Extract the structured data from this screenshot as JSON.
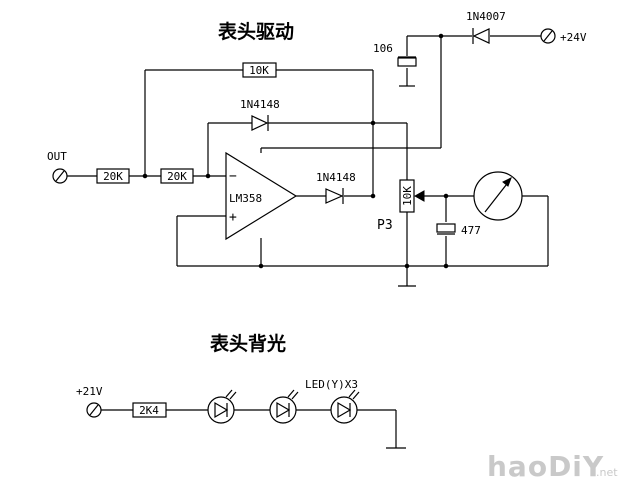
{
  "titles": {
    "driver": "表头驱动",
    "backlight": "表头背光"
  },
  "driver": {
    "input_label": "OUT",
    "r_in1": "20K",
    "r_in2": "20K",
    "r_feedback": "10K",
    "diode_feedback": "1N4148",
    "diode_out": "1N4148",
    "opamp": "LM358",
    "opamp_minus": "−",
    "opamp_plus": "+",
    "pot_value": "10K",
    "pot_name": "P3",
    "cap_top": "106",
    "diode_supply": "1N4007",
    "supply": "+24V",
    "cap_meter": "477"
  },
  "backlight": {
    "supply": "+21V",
    "resistor": "2K4",
    "led_label": "LED(Y)X3"
  },
  "watermark": {
    "brand": "haoDiY",
    "suffix": ".net"
  }
}
